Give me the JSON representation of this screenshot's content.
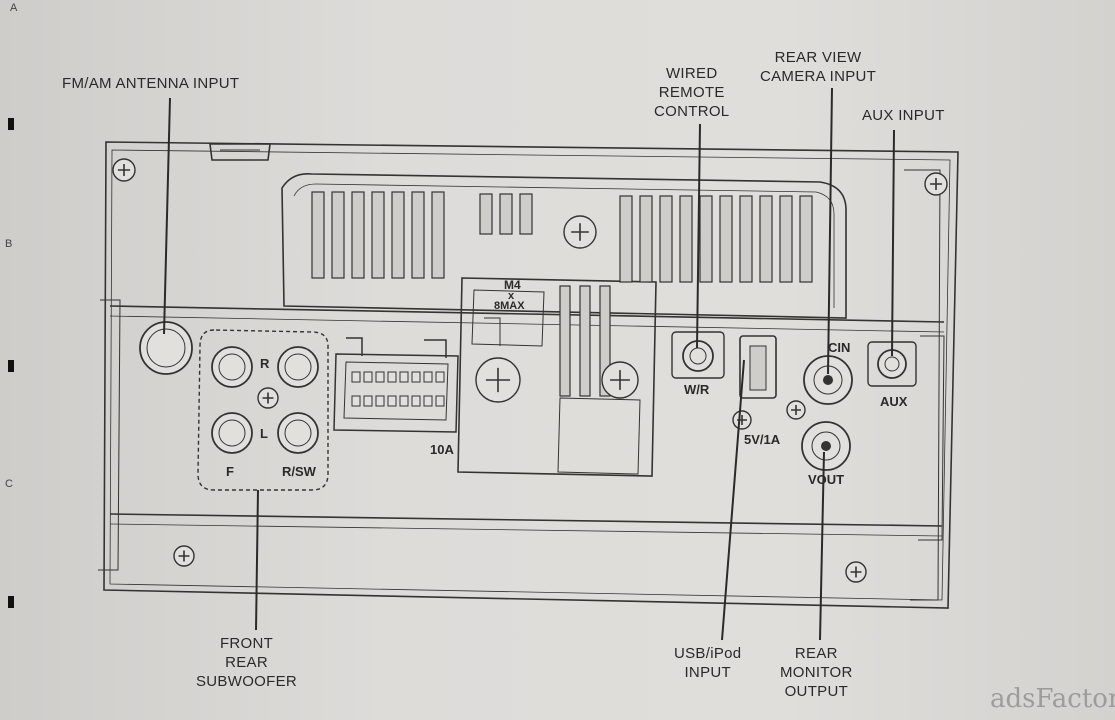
{
  "edge_letters": [
    "A",
    "B",
    "C"
  ],
  "callouts": {
    "fm_am": "FM/AM ANTENNA INPUT",
    "wired_remote": "WIRED\nREMOTE\nCONTROL",
    "rear_view": "REAR VIEW\nCAMERA INPUT",
    "aux": "AUX INPUT",
    "front_rear_sub": "FRONT\nREAR\nSUBWOOFER",
    "usb": "USB/iPod\nINPUT",
    "rear_monitor": "REAR\nMONITOR\nOUTPUT"
  },
  "panel_marks": {
    "r": "R",
    "l": "L",
    "f": "F",
    "rsw": "R/SW",
    "fuse": "10A",
    "m4": "M4",
    "x": "x",
    "max": "8MAX",
    "wr": "W/R",
    "usb": "5V/1A",
    "cin": "CIN",
    "vout": "VOUT",
    "aux": "AUX"
  },
  "watermark": "adsFactory"
}
